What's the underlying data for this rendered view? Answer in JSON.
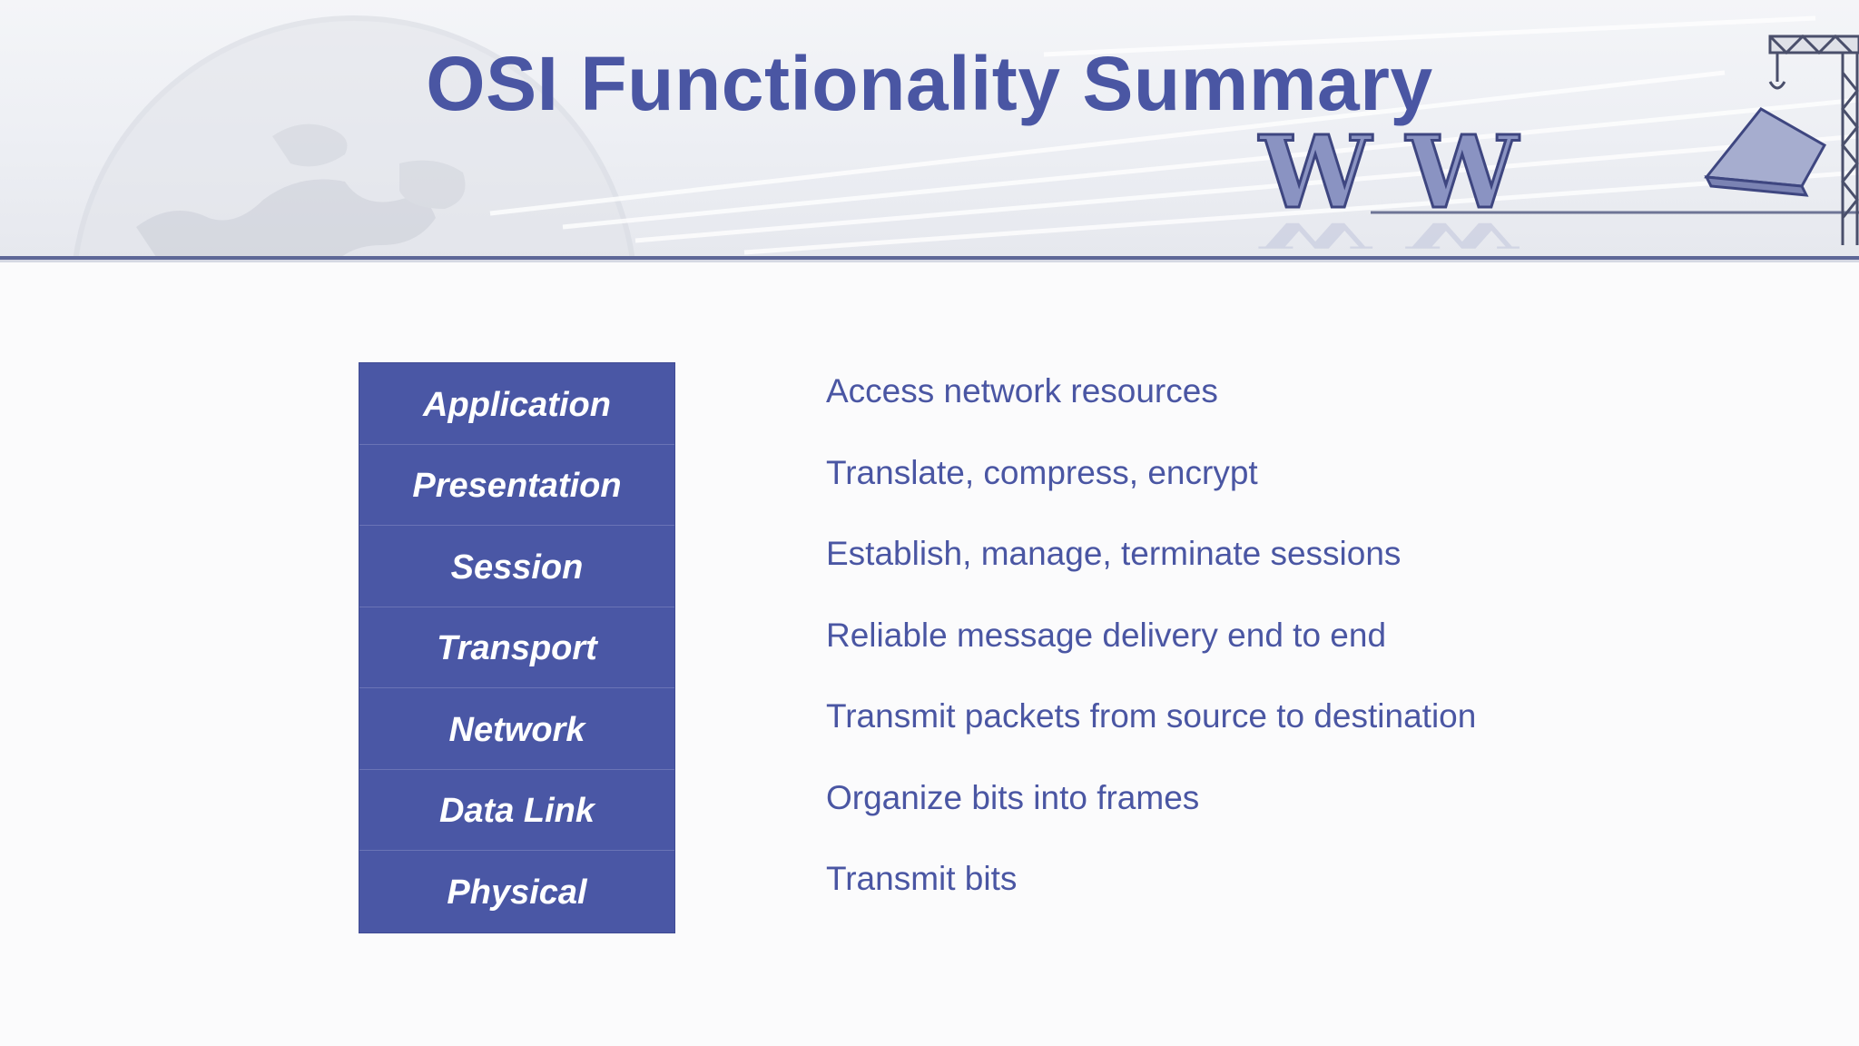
{
  "slide": {
    "title": "OSI Functionality Summary",
    "banner_text": "W W"
  },
  "osi_layers": [
    {
      "layer": "Application",
      "function": "Access network resources"
    },
    {
      "layer": "Presentation",
      "function": "Translate, compress, encrypt"
    },
    {
      "layer": "Session",
      "function": "Establish, manage, terminate sessions"
    },
    {
      "layer": "Transport",
      "function": "Reliable message delivery end to end"
    },
    {
      "layer": "Network",
      "function": "Transmit packets from source to destination"
    },
    {
      "layer": "Data Link",
      "function": "Organize bits into frames"
    },
    {
      "layer": "Physical",
      "function": "Transmit bits"
    }
  ],
  "colors": {
    "accent": "#4a56a3",
    "layer_box": "#4a57a5",
    "background": "#fbfbfc"
  },
  "icons": [
    "globe-graphic",
    "www-letters-graphic",
    "crane-graphic"
  ]
}
